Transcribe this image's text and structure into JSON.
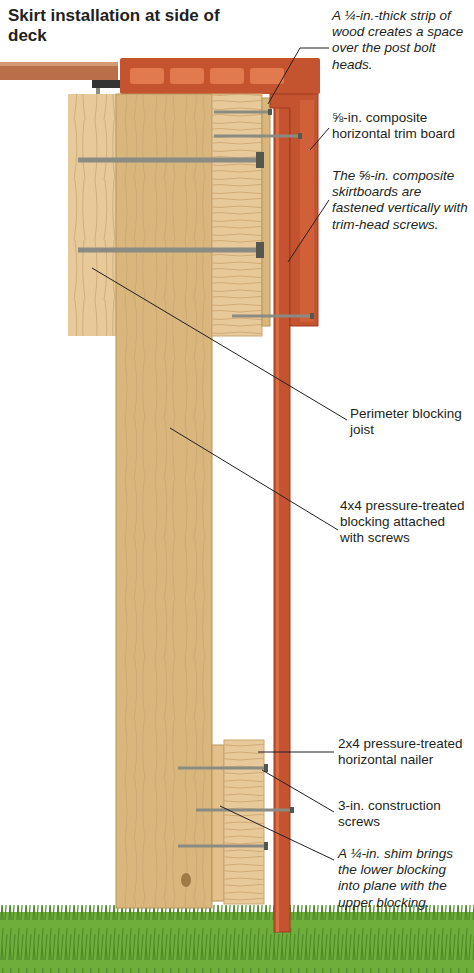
{
  "diagram": {
    "title": "Skirt installation at side of deck",
    "labels": [
      "A ¼-in.-thick strip of wood creates a space over the post bolt heads.",
      "⅝-in. composite horizontal trim board",
      "The ⅝-in. composite skirtboards are fastened vertically with trim-head screws.",
      "Perimeter blocking joist",
      "4x4 pressure-treated blocking attached with screws",
      "2x4 pressure-treated horizontal nailer",
      "3-in. construction screws",
      "A ¼-in. shim brings the lower blocking into plane with the upper blocking."
    ]
  }
}
